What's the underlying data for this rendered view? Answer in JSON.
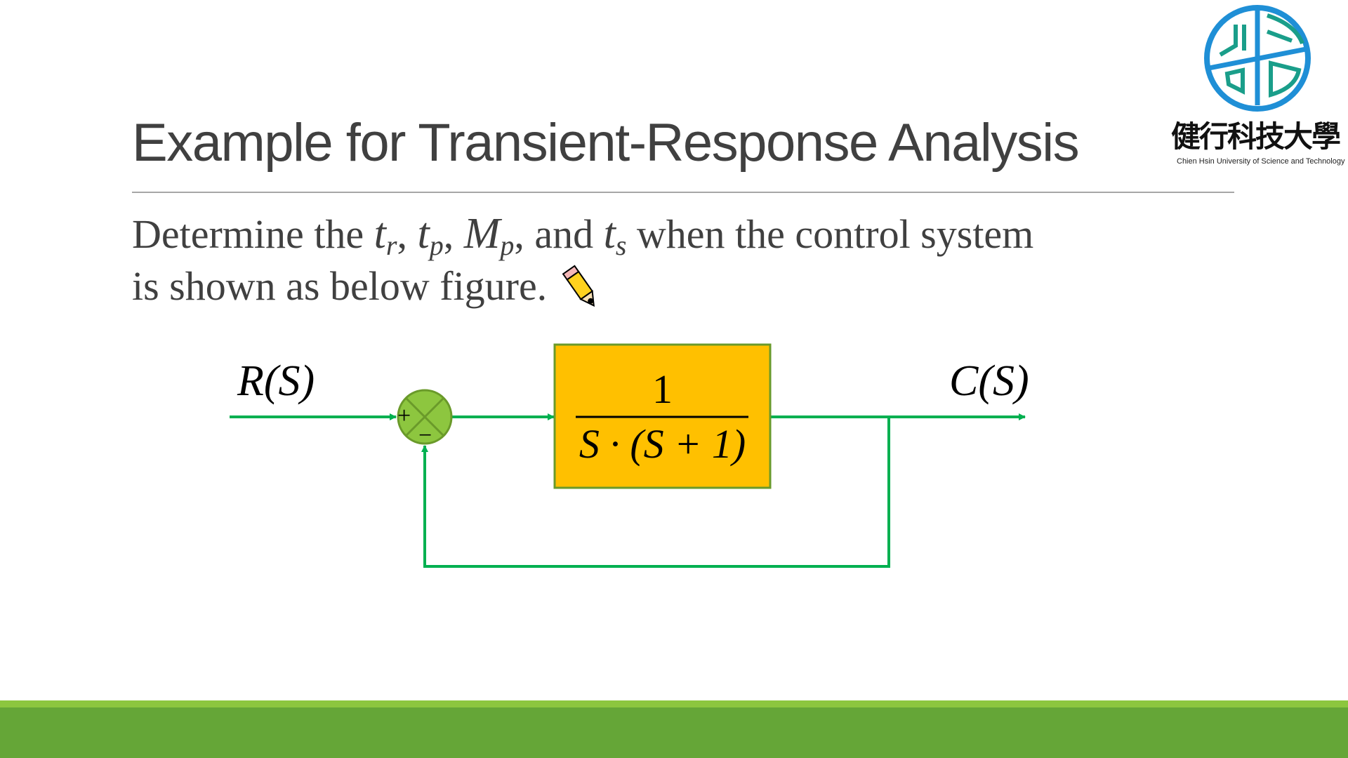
{
  "slide": {
    "title": "Example for Transient-Response Analysis",
    "body_line1_pre": "Determine the ",
    "tr": "t",
    "tr_sub": "r",
    "tp": "t",
    "tp_sub": "p",
    "mp": "M",
    "mp_sub": "p",
    "and": ", and ",
    "ts": "t",
    "ts_sub": "s",
    "body_line1_post": " when the control system",
    "body_line2": "is shown as below figure.",
    "sep": ", "
  },
  "logo": {
    "name_cn": "健行科技大學",
    "name_en": "Chien Hsin University of Science and Technology"
  },
  "diagram": {
    "input_label": "R(S)",
    "output_label": "C(S)",
    "numerator": "1",
    "denominator": "S · (S + 1)",
    "plus": "+",
    "minus": "−"
  },
  "colors": {
    "line": "#00b050",
    "block": "#ffc000",
    "junction": "#8dc63f",
    "footer": "#65a637"
  }
}
